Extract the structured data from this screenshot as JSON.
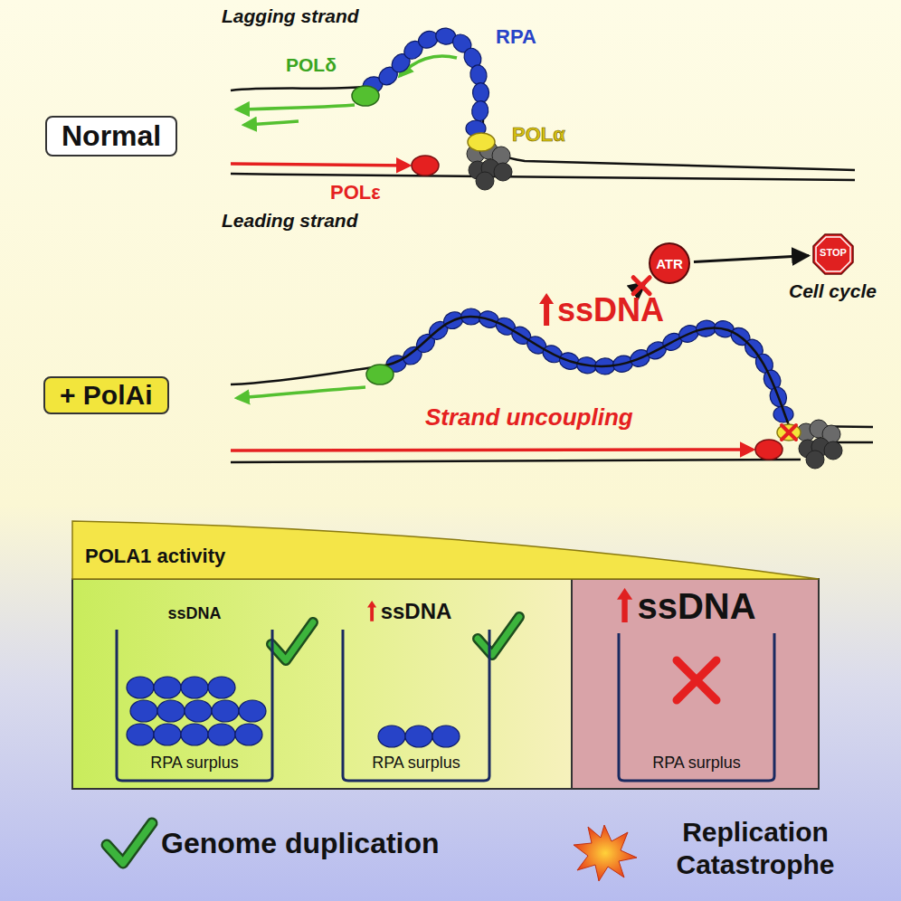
{
  "diagram": {
    "nodes": [
      {
        "text": [
          "Normal"
        ]
      },
      {
        "text": [
          "ATR"
        ]
      },
      {
        "text": [
          "STOP",
          "Cell cycle"
        ]
      },
      {
        "text": [
          "+ PolAi"
        ]
      },
      {
        "text": [
          "ssDNA"
        ]
      },
      {
        "text": [
          "POLA1 activity"
        ]
      },
      {
        "text": [
          "ssDNA",
          "RPA surplus"
        ]
      },
      {
        "text": [
          "ssDNA",
          "RPA surplus"
        ]
      },
      {
        "text": [
          "ssDNA",
          "RPA surplus"
        ]
      }
    ],
    "edges": [
      {
        "from": 4,
        "to": 1,
        "arrow": "to"
      },
      {
        "from": 1,
        "to": 2,
        "arrow": "to"
      }
    ],
    "labels": [
      "Lagging strand",
      "POLδ",
      "RPA",
      "POLα",
      "POLε",
      "Leading strand",
      "Strand uncoupling",
      "Genome duplication",
      "Replication Catastrophe"
    ]
  }
}
